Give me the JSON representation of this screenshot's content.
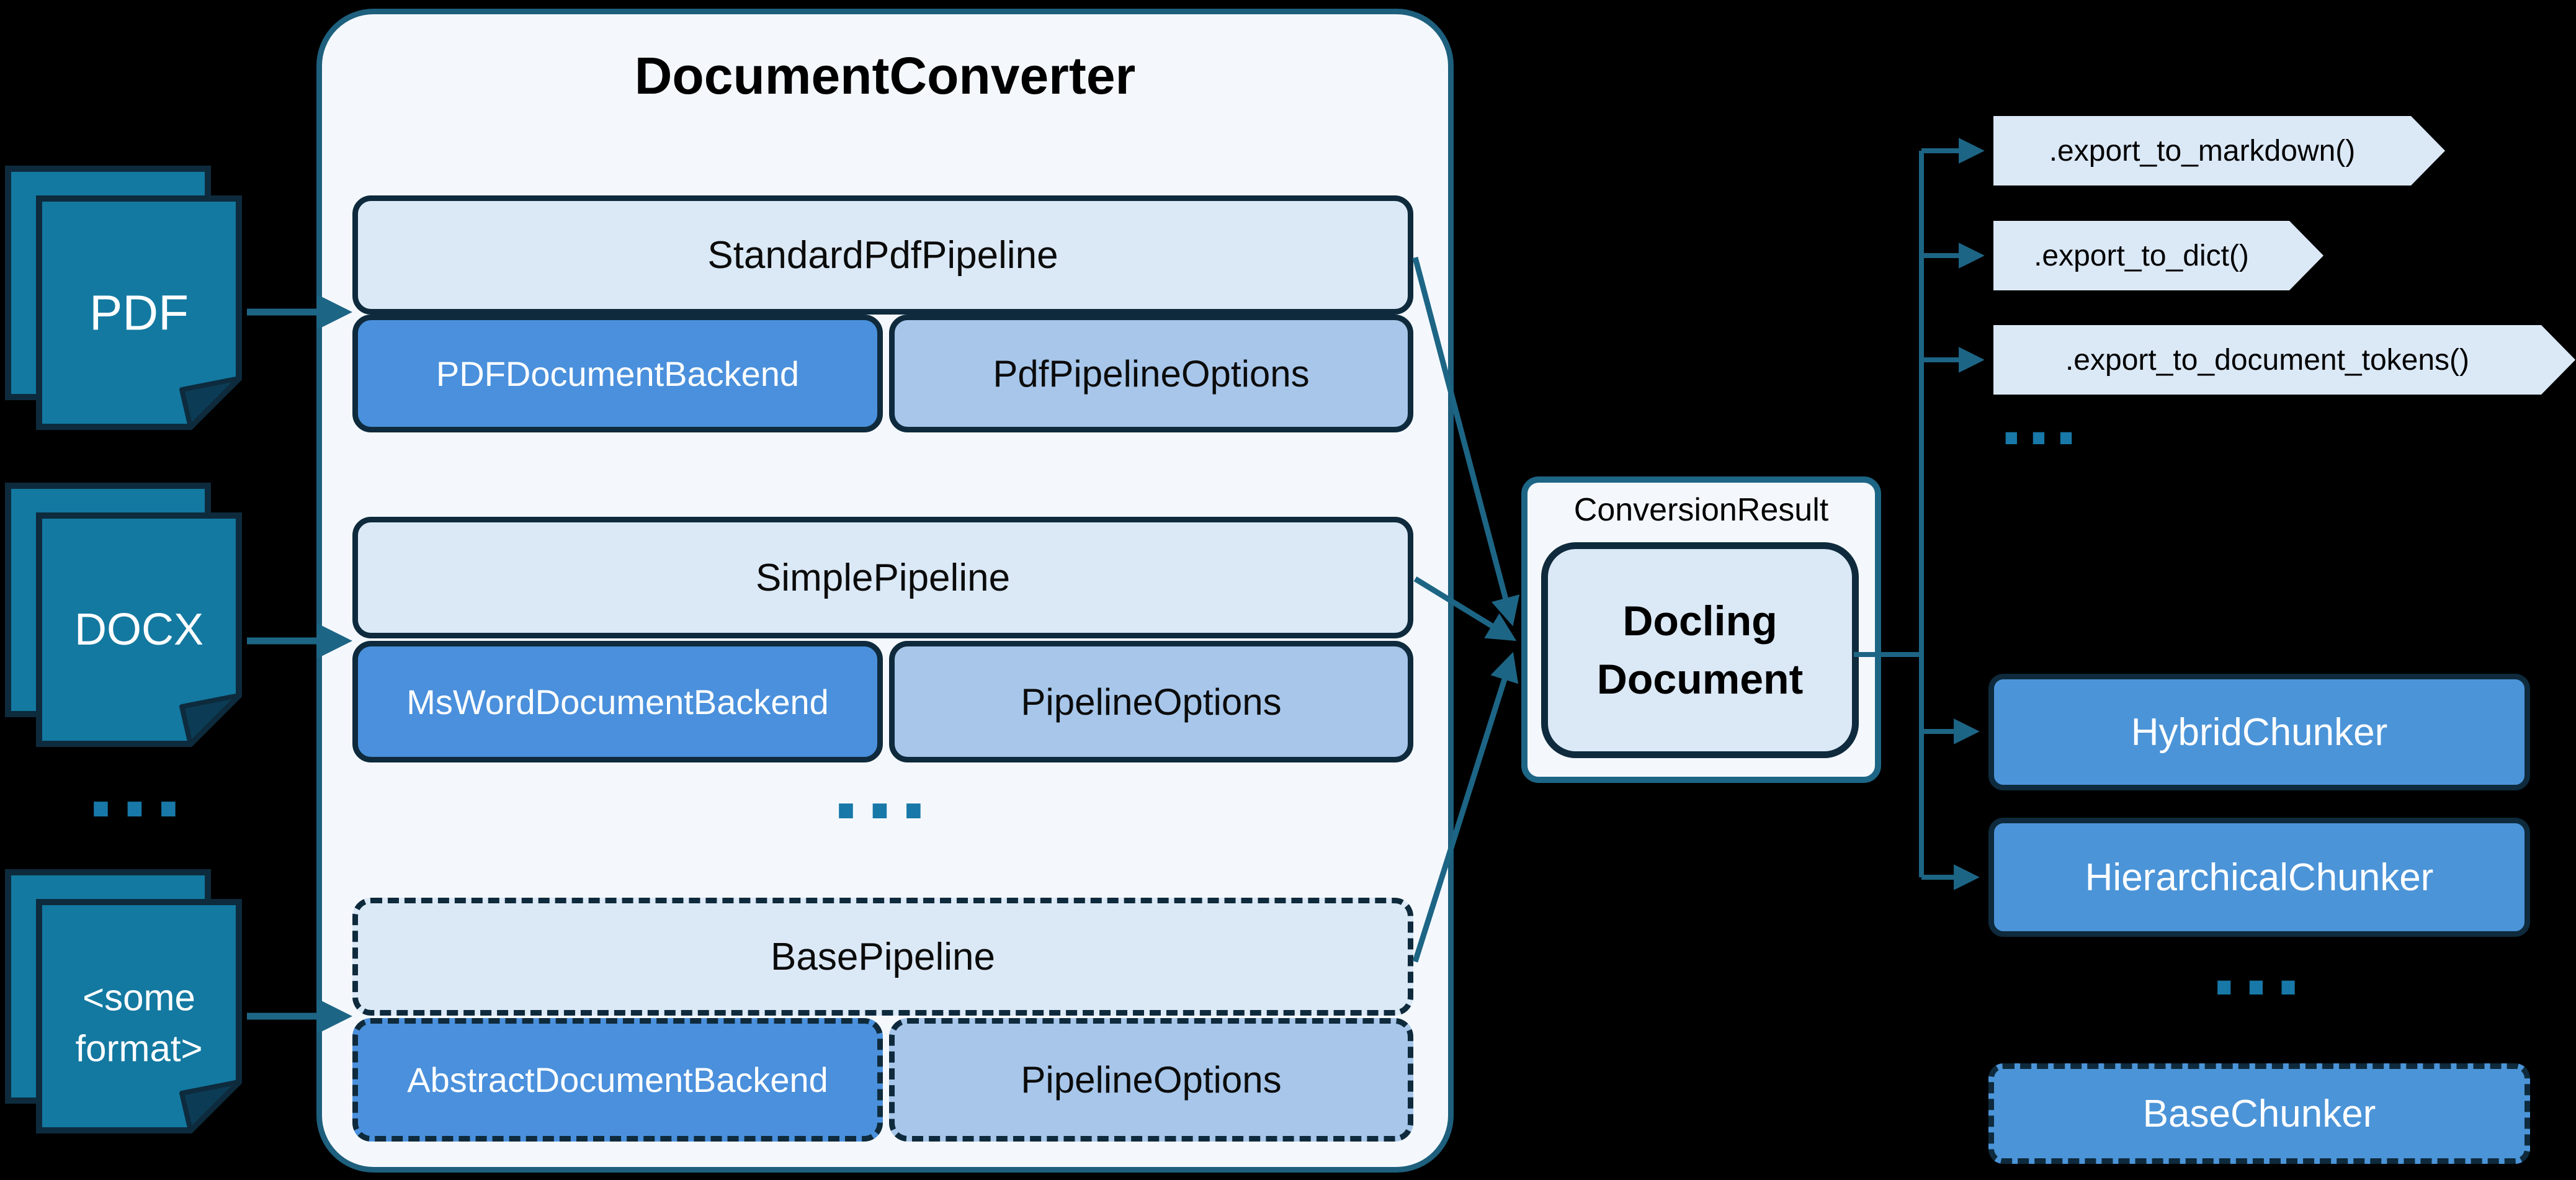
{
  "diagram_title": "DocumentConverter",
  "colors": {
    "background": "#000000",
    "icon_fill": "#1379a1",
    "dark_border": "#0e2a3c",
    "teal_line": "#1d6585",
    "converter_fill": "#f4f8fd",
    "converter_border": "#1d5f7d",
    "pipeline_fill": "#dbe8f6",
    "backend_fill": "#4a90dc",
    "options_fill": "#a7c6ea",
    "chunker_fill": "#4b94d8",
    "dots": "#1878a8"
  },
  "inputs": {
    "pdf": {
      "label": "PDF"
    },
    "docx": {
      "label": "DOCX"
    },
    "someformat": {
      "label_line1": "<some",
      "label_line2": "format>"
    },
    "ellipsis": "..."
  },
  "converter": {
    "title": "DocumentConverter",
    "groups": [
      {
        "pipeline": "StandardPdfPipeline",
        "backend": "PDFDocumentBackend",
        "options": "PdfPipelineOptions"
      },
      {
        "pipeline": "SimplePipeline",
        "backend": "MsWordDocumentBackend",
        "options": "PipelineOptions"
      },
      {
        "pipeline": "BasePipeline",
        "backend": "AbstractDocumentBackend",
        "options": "PipelineOptions"
      }
    ],
    "ellipsis": "..."
  },
  "result": {
    "label": "ConversionResult",
    "doc_line1": "Docling",
    "doc_line2": "Document"
  },
  "exports": {
    "items": [
      {
        "label": ".export_to_markdown()"
      },
      {
        "label": ".export_to_dict()"
      },
      {
        "label": ".export_to_document_tokens()"
      }
    ],
    "ellipsis": "..."
  },
  "chunkers": {
    "items": [
      {
        "label": "HybridChunker"
      },
      {
        "label": "HierarchicalChunker"
      }
    ],
    "ellipsis": "...",
    "base": {
      "label": "BaseChunker"
    }
  }
}
